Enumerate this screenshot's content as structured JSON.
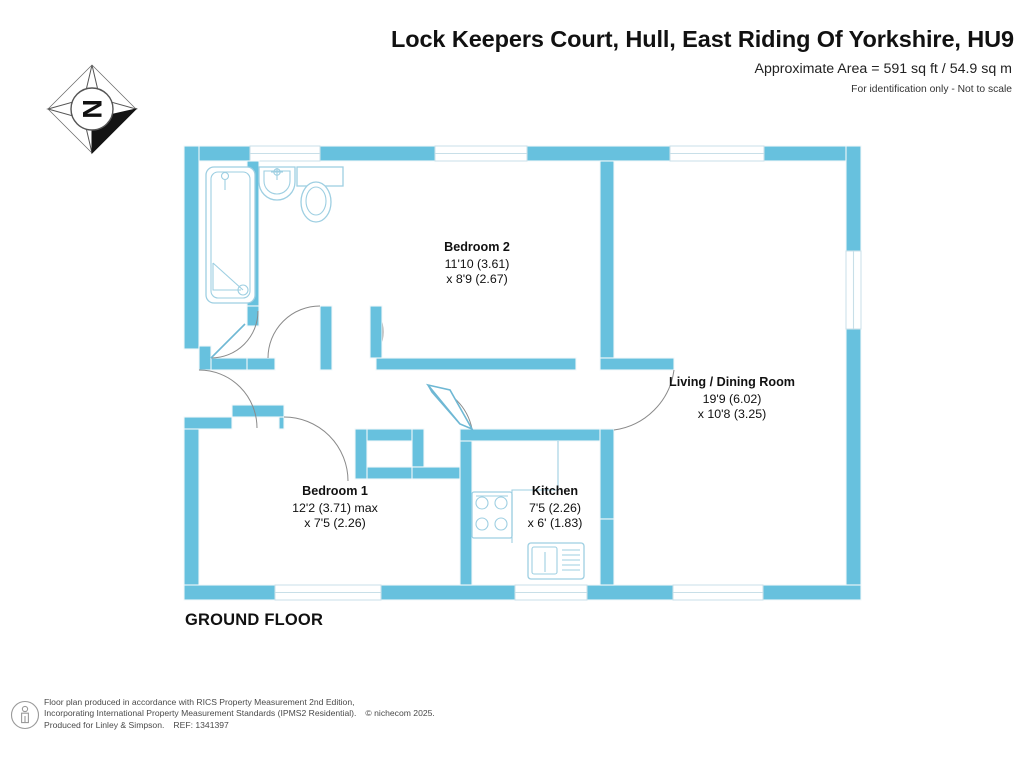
{
  "header": {
    "title": "Lock Keepers Court, Hull, East Riding Of Yorkshire, HU9",
    "area": "Approximate Area = 591 sq ft / 54.9 sq m",
    "disclaimer": "For identification only - Not to scale"
  },
  "compass": {
    "letter": "N",
    "icon": "compass-rose-icon"
  },
  "floor": {
    "label": "GROUND FLOOR"
  },
  "colors": {
    "wall": "#67c1de",
    "wall_stroke": "#ffffff",
    "fixture_stroke": "#9ecfe2",
    "door_arc": "#7a7a7a",
    "text": "#111111",
    "footer_text": "#4a4a4a",
    "background": "#ffffff"
  },
  "rooms": [
    {
      "id": "bedroom-2",
      "name": "Bedroom 2",
      "dim1": "11'10 (3.61)",
      "dim2": "x 8'9 (2.67)"
    },
    {
      "id": "bedroom-1",
      "name": "Bedroom 1",
      "dim1": "12'2 (3.71) max",
      "dim2": "x 7'5 (2.26)"
    },
    {
      "id": "kitchen",
      "name": "Kitchen",
      "dim1": "7'5 (2.26)",
      "dim2": "x 6' (1.83)"
    },
    {
      "id": "living-dining-room",
      "name": "Living / Dining Room",
      "dim1": "19'9 (6.02)",
      "dim2": "x 10'8 (3.25)"
    }
  ],
  "fixtures": [
    {
      "name": "bath-tub-icon",
      "room": "bathroom"
    },
    {
      "name": "wash-basin-icon",
      "room": "bathroom"
    },
    {
      "name": "toilet-icon",
      "room": "bathroom"
    },
    {
      "name": "cistern-icon",
      "room": "bathroom"
    },
    {
      "name": "hob-icon",
      "room": "kitchen"
    },
    {
      "name": "kitchen-sink-icon",
      "room": "kitchen"
    }
  ],
  "footer": {
    "icon": "person-in-circle-icon",
    "line1": "Floor plan produced in accordance with RICS Property Measurement 2nd Edition,",
    "line2a": "Incorporating International Property Measurement Standards (IPMS2 Residential).",
    "line2b": "© nichecom 2025.",
    "line3a": "Produced for Linley & Simpson.",
    "line3b": "REF: 1341397"
  }
}
